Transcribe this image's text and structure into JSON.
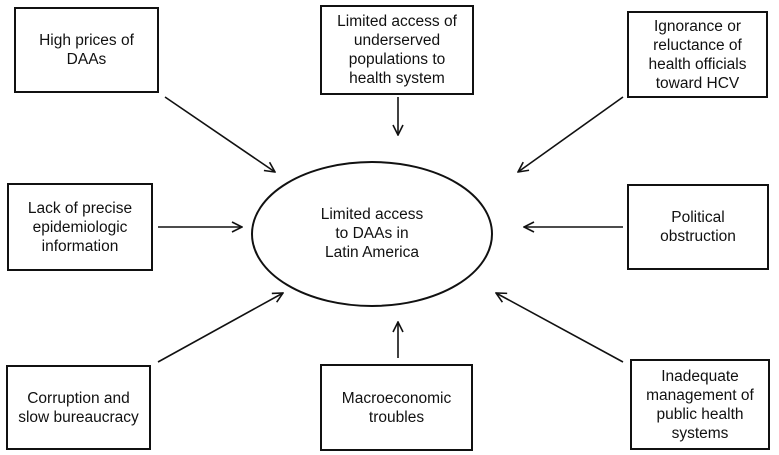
{
  "center": {
    "label": "Limited access\nto DAAs in\nLatin America"
  },
  "factors": [
    {
      "id": "high-prices",
      "label": "High prices of\nDAAs"
    },
    {
      "id": "underserved-access",
      "label": "Limited access of\nunderserved\npopulations to\nhealth system"
    },
    {
      "id": "ignorance-officials",
      "label": "Ignorance or\nreluctance of\nhealth officials\ntoward HCV"
    },
    {
      "id": "epidemiologic-info",
      "label": "Lack of precise\nepidemiologic\ninformation"
    },
    {
      "id": "political-obstruction",
      "label": "Political\nobstruction"
    },
    {
      "id": "corruption",
      "label": "Corruption and\nslow bureaucracy"
    },
    {
      "id": "macroeconomic",
      "label": "Macroeconomic\ntroubles"
    },
    {
      "id": "inadequate-management",
      "label": "Inadequate\nmanagement of\npublic health\nsystems"
    }
  ]
}
